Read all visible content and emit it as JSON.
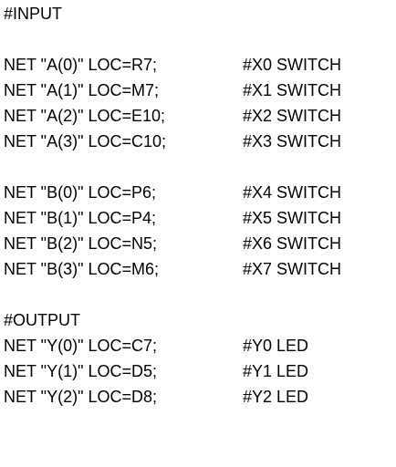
{
  "input_header": "#INPUT",
  "inputs_a": [
    {
      "code": "NET \"A(0)\" LOC=R7;",
      "comment": "#X0 SWITCH"
    },
    {
      "code": "NET \"A(1)\" LOC=M7;",
      "comment": "#X1 SWITCH"
    },
    {
      "code": "NET \"A(2)\" LOC=E10;",
      "comment": "#X2 SWITCH"
    },
    {
      "code": "NET \"A(3)\" LOC=C10;",
      "comment": "#X3 SWITCH"
    }
  ],
  "inputs_b": [
    {
      "code": "NET \"B(0)\" LOC=P6;",
      "comment": "#X4 SWITCH"
    },
    {
      "code": "NET \"B(1)\" LOC=P4;",
      "comment": "#X5 SWITCH"
    },
    {
      "code": "NET \"B(2)\" LOC=N5;",
      "comment": "#X6 SWITCH"
    },
    {
      "code": "NET \"B(3)\" LOC=M6;",
      "comment": "#X7 SWITCH"
    }
  ],
  "output_header": "#OUTPUT",
  "outputs": [
    {
      "code": "NET \"Y(0)\" LOC=C7;",
      "comment": "#Y0 LED"
    },
    {
      "code": "NET \"Y(1)\" LOC=D5;",
      "comment": "#Y1 LED"
    },
    {
      "code": "NET \"Y(2)\" LOC=D8;",
      "comment": "#Y2 LED"
    }
  ]
}
